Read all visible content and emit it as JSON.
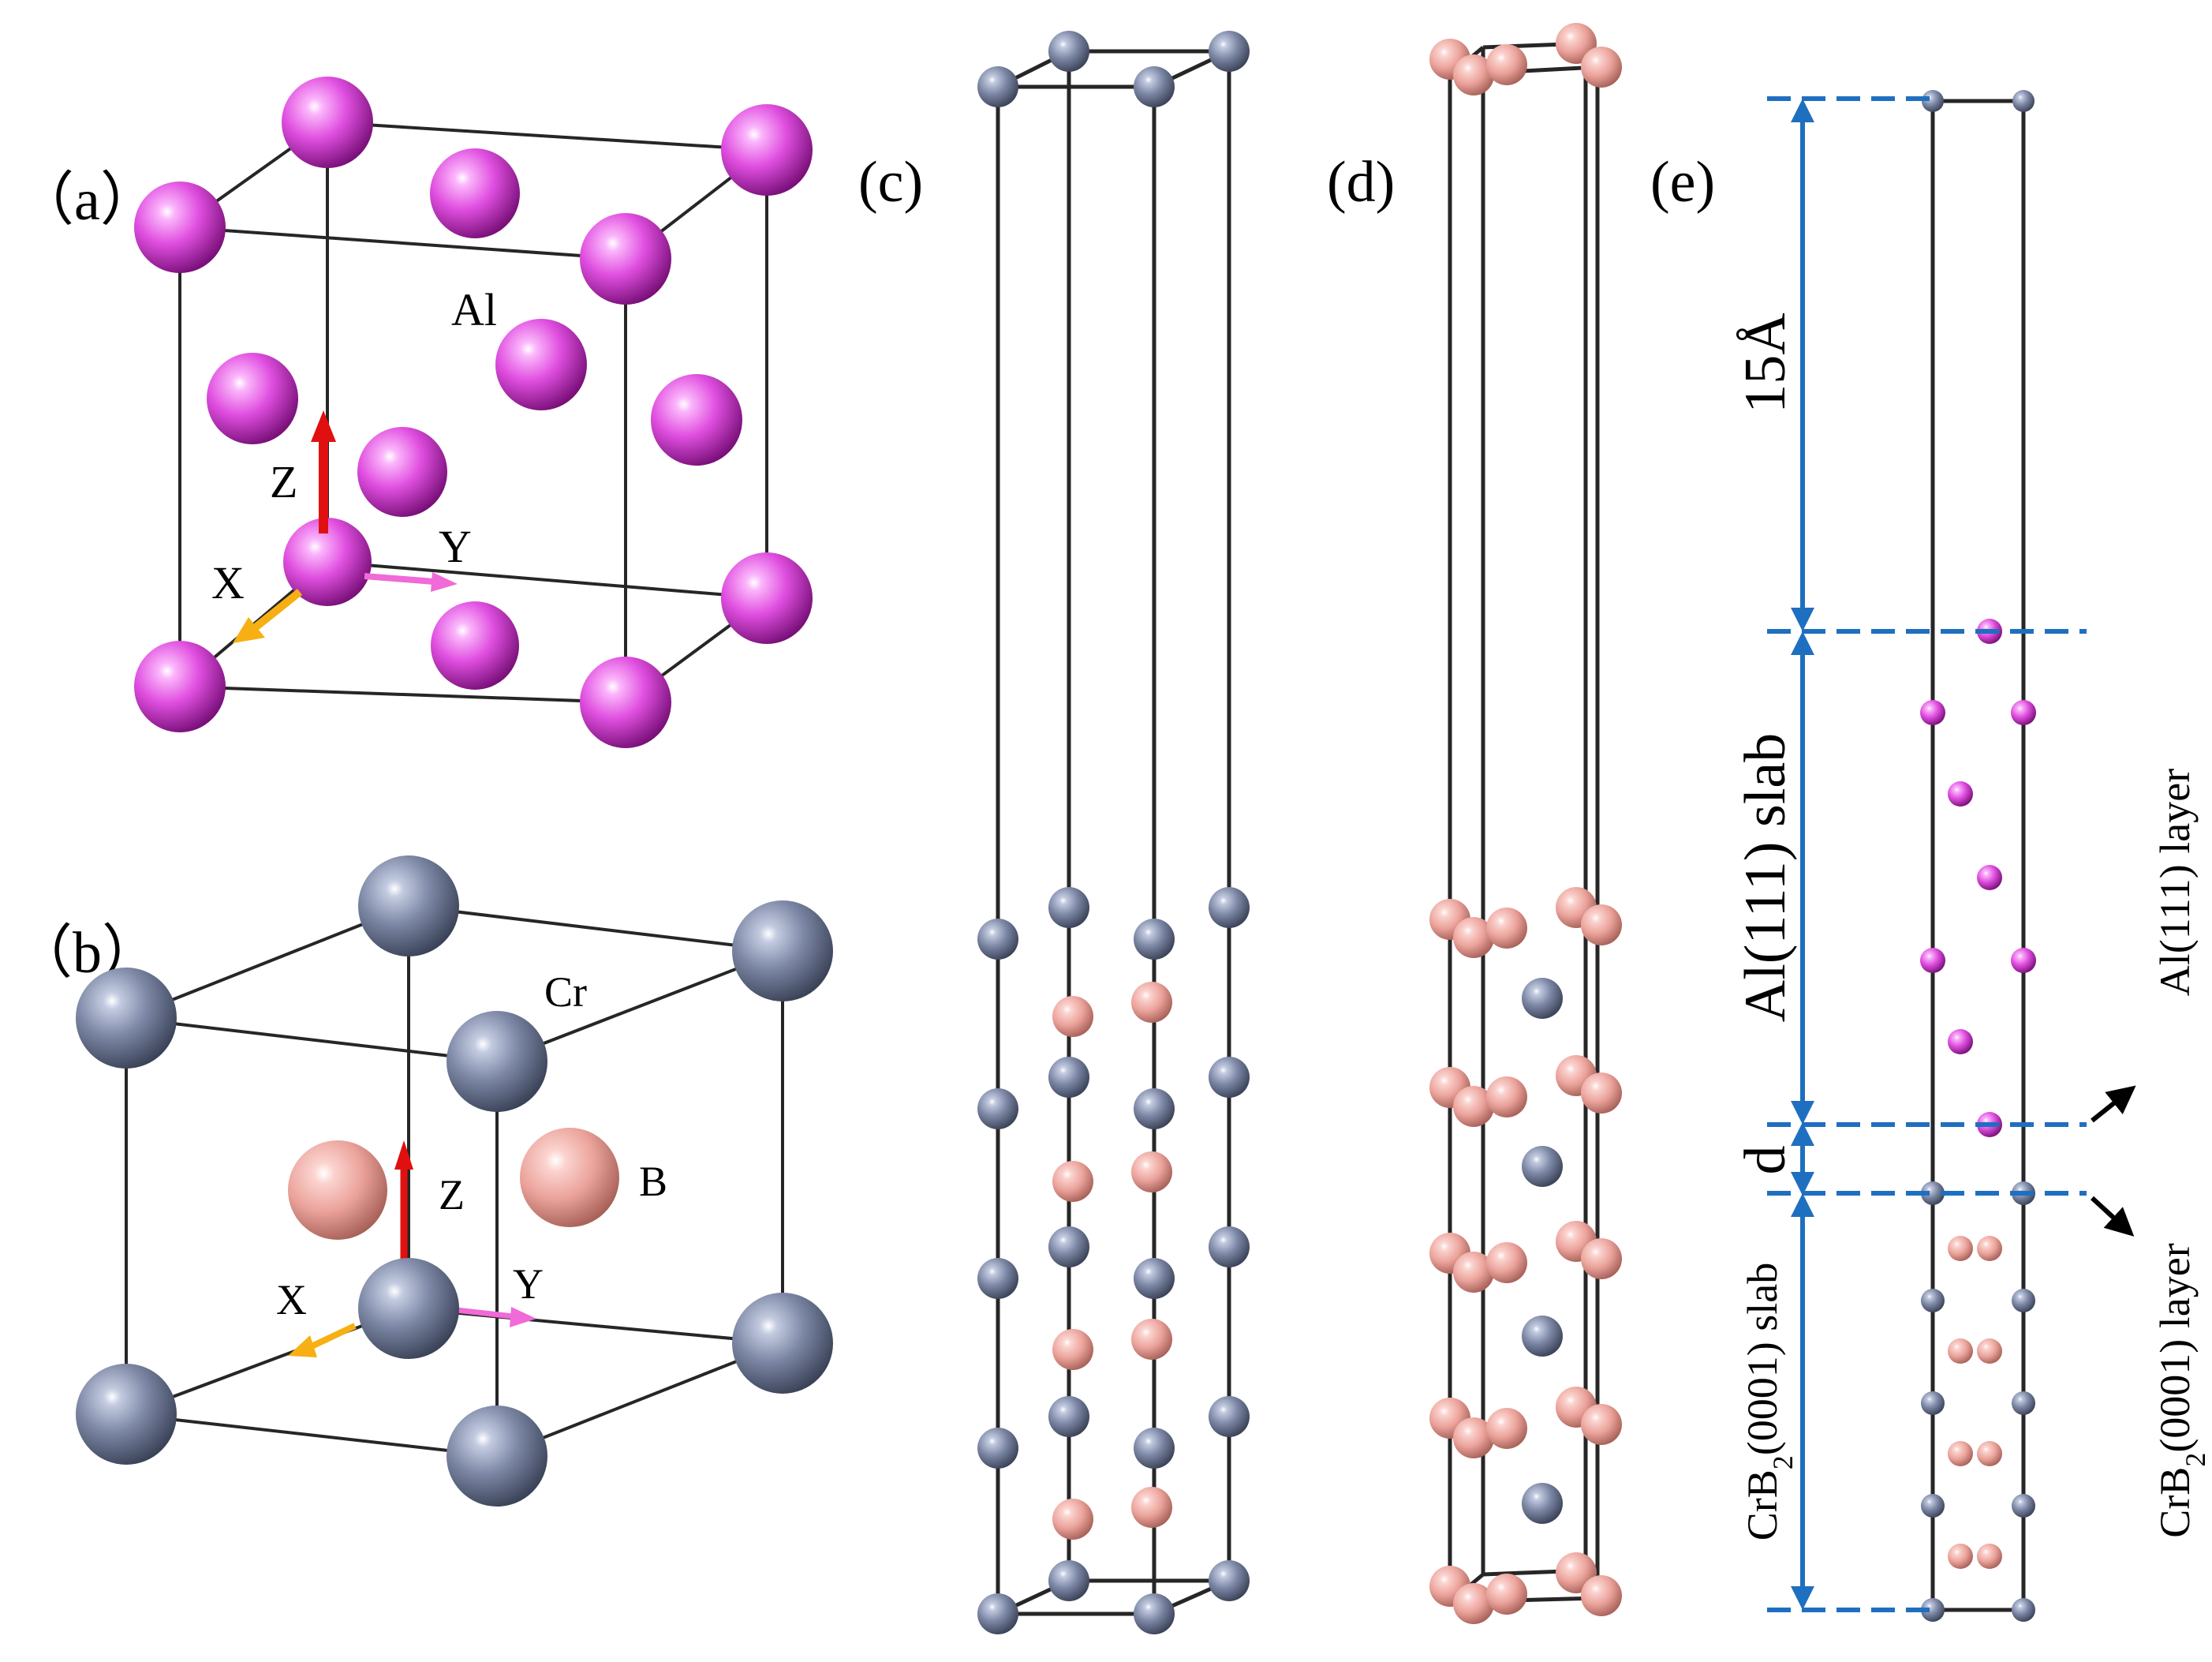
{
  "panels": {
    "a": {
      "label": "（a）",
      "atom": "Al",
      "axes": {
        "x": "X",
        "y": "Y",
        "z": "Z"
      }
    },
    "b": {
      "label": "（b）",
      "atom_cr": "Cr",
      "atom_b": "B",
      "axes": {
        "x": "X",
        "y": "Y",
        "z": "Z"
      }
    },
    "c": {
      "label": "(c)"
    },
    "d": {
      "label": "(d)"
    },
    "e": {
      "label": "(e)",
      "vacuum": "15Å",
      "al_slab": "Al(111) slab",
      "gap": "d",
      "crb2_slab_prefix": "CrB",
      "crb2_slab_sub": "2",
      "crb2_slab_suffix": "(0001) slab",
      "al_layer": "Al(111) layer",
      "crb2_layer_prefix": "CrB",
      "crb2_layer_sub": "2",
      "crb2_layer_suffix": "(0001) layer"
    }
  },
  "colors": {
    "al": "#e050e0",
    "cr": "#7f8aa8",
    "b": "#f0a8a0",
    "axis_x": "#f6b013",
    "axis_y": "#f06ad8",
    "axis_z": "#e01010",
    "dimension": "#1f6fc0"
  }
}
